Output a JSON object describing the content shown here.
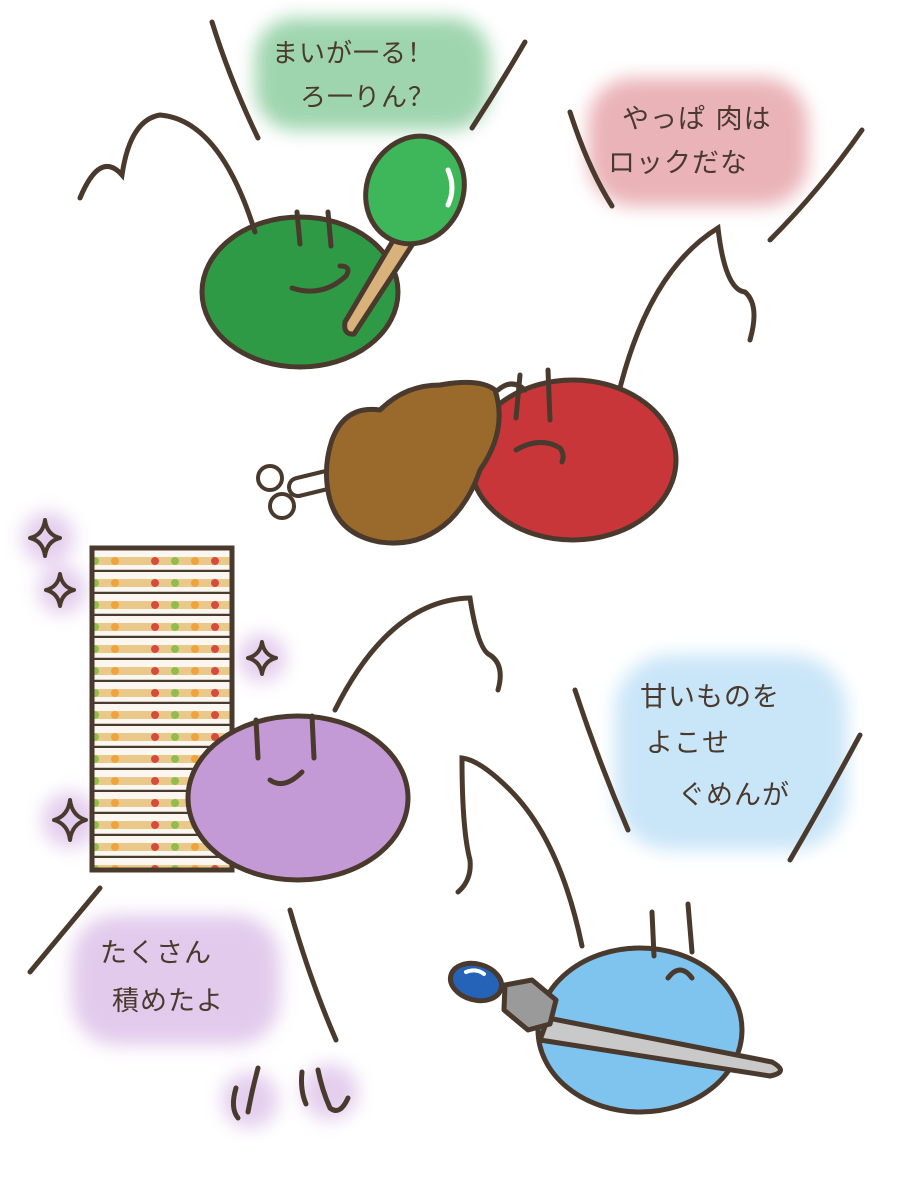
{
  "characters": {
    "green": {
      "speech_lines": [
        "まいが一る！",
        "ろ一りん？"
      ],
      "body_color": "#2f9a45",
      "bubble_color": "#7fc794",
      "prop": "maraca-icon"
    },
    "red": {
      "speech_lines": [
        "やっぱ 肉は",
        "ロックだな"
      ],
      "body_color": "#c8363a",
      "bubble_color": "#e39aa0",
      "prop": "meat-on-bone-icon"
    },
    "purple": {
      "speech_lines": [
        "たくさん",
        "積めたよ"
      ],
      "body_color": "#c49ad6",
      "bubble_color": "#d9b9e6",
      "prop": "stacked-plates-icon"
    },
    "blue": {
      "speech_lines": [
        "甘いものを",
        "よこせ",
        "ぐめんが"
      ],
      "body_color": "#7fc4ef",
      "bubble_color": "#b8ddf6",
      "prop": "sword-icon"
    }
  },
  "line_color": "#4a3a2e"
}
